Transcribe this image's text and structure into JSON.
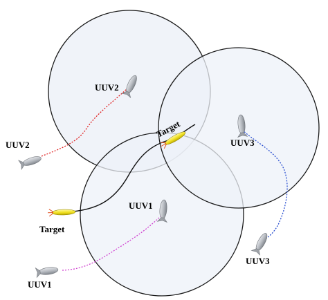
{
  "labels": {
    "uuv1_start": "UUV1",
    "uuv1_end": "UUV1",
    "uuv2_start": "UUV2",
    "uuv2_end": "UUV2",
    "uuv3_start": "UUV3",
    "uuv3_end": "UUV3",
    "target_start": "Target",
    "target_end": "Target"
  },
  "colors": {
    "circle_fill": "#eef2f8",
    "circle_stroke": "#1a1a1a",
    "target_path": "#111111",
    "uuv1_path": "#d040d0",
    "uuv2_path": "#e02020",
    "uuv3_path": "#2a4fd0",
    "target_body": "#f0e020",
    "uuv_body": "#b8bcc2"
  }
}
